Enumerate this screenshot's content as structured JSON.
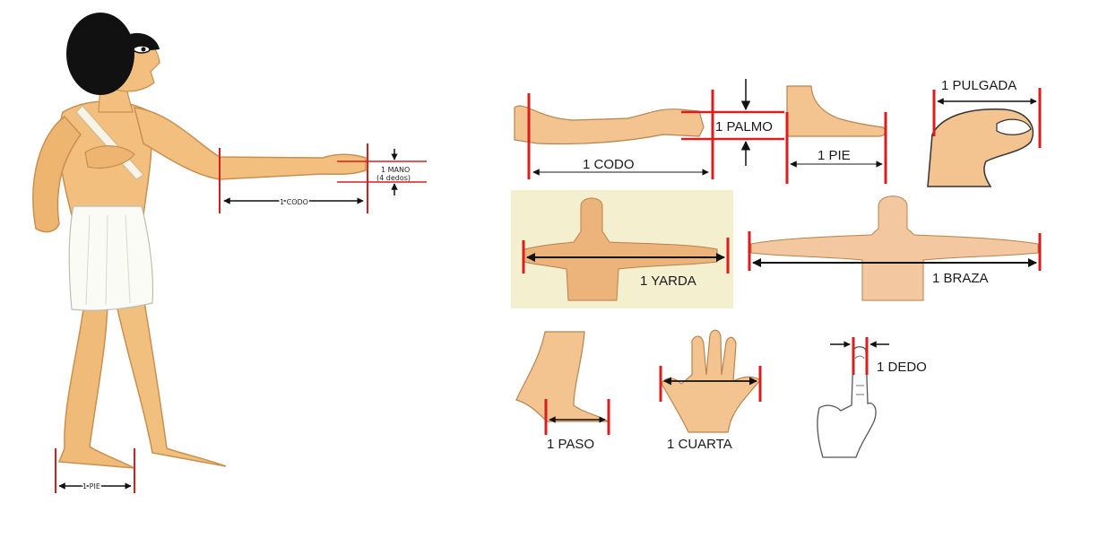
{
  "colors": {
    "skin": "#f3c48f",
    "skin_shadow": "#d9a36b",
    "egypt_skin": "#f2bf7e",
    "hair": "#111111",
    "loincloth": "#fbfbf5",
    "marker_red": "#d81e1e",
    "arrow": "#111111",
    "yarda_bg": "#f4f0cf"
  },
  "egyptian_figure": {
    "label_codo": "1 CODO",
    "label_mano_line1": "1  MANO",
    "label_mano_line2": "(4 dedos)",
    "label_pie": "1  PIE"
  },
  "units": {
    "codo": "1 CODO",
    "palmo": "1 PALMO",
    "pie": "1 PIE",
    "pulgada": "1 PULGADA",
    "yarda": "1 YARDA",
    "braza": "1 BRAZA",
    "paso": "1 PASO",
    "cuarta": "1 CUARTA",
    "dedo": "1 DEDO"
  }
}
